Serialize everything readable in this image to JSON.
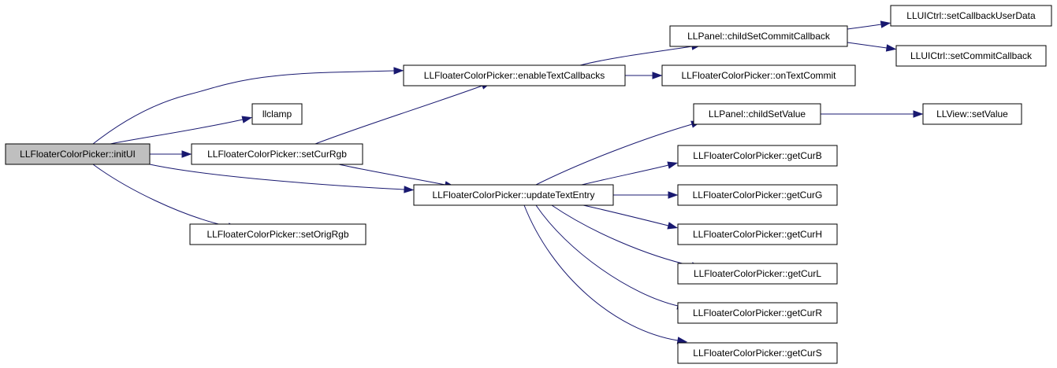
{
  "colors": {
    "edge": "#191970",
    "root_fill": "#bfbfbf",
    "node_fill": "#ffffff",
    "node_border": "#000000"
  },
  "nodes": [
    {
      "id": "initUI",
      "label": "LLFloaterColorPicker::initUI",
      "root": true
    },
    {
      "id": "enableTextCallbacks",
      "label": "LLFloaterColorPicker::enableTextCallbacks"
    },
    {
      "id": "llclamp",
      "label": "llclamp"
    },
    {
      "id": "setCurRgb",
      "label": "LLFloaterColorPicker::setCurRgb"
    },
    {
      "id": "updateTextEntry",
      "label": "LLFloaterColorPicker::updateTextEntry"
    },
    {
      "id": "setOrigRgb",
      "label": "LLFloaterColorPicker::setOrigRgb"
    },
    {
      "id": "childSetCommitCallback",
      "label": "LLPanel::childSetCommitCallback"
    },
    {
      "id": "onTextCommit",
      "label": "LLFloaterColorPicker::onTextCommit"
    },
    {
      "id": "setCallbackUserData",
      "label": "LLUICtrl::setCallbackUserData"
    },
    {
      "id": "setCommitCallback",
      "label": "LLUICtrl::setCommitCallback"
    },
    {
      "id": "childSetValue",
      "label": "LLPanel::childSetValue"
    },
    {
      "id": "setValue",
      "label": "LLView::setValue"
    },
    {
      "id": "getCurB",
      "label": "LLFloaterColorPicker::getCurB"
    },
    {
      "id": "getCurG",
      "label": "LLFloaterColorPicker::getCurG"
    },
    {
      "id": "getCurH",
      "label": "LLFloaterColorPicker::getCurH"
    },
    {
      "id": "getCurL",
      "label": "LLFloaterColorPicker::getCurL"
    },
    {
      "id": "getCurR",
      "label": "LLFloaterColorPicker::getCurR"
    },
    {
      "id": "getCurS",
      "label": "LLFloaterColorPicker::getCurS"
    }
  ],
  "edges": [
    {
      "from": "initUI",
      "to": "enableTextCallbacks"
    },
    {
      "from": "initUI",
      "to": "llclamp"
    },
    {
      "from": "initUI",
      "to": "setCurRgb"
    },
    {
      "from": "initUI",
      "to": "updateTextEntry"
    },
    {
      "from": "initUI",
      "to": "setOrigRgb"
    },
    {
      "from": "setCurRgb",
      "to": "enableTextCallbacks"
    },
    {
      "from": "setCurRgb",
      "to": "updateTextEntry"
    },
    {
      "from": "enableTextCallbacks",
      "to": "childSetCommitCallback"
    },
    {
      "from": "enableTextCallbacks",
      "to": "onTextCommit"
    },
    {
      "from": "childSetCommitCallback",
      "to": "setCallbackUserData"
    },
    {
      "from": "childSetCommitCallback",
      "to": "setCommitCallback"
    },
    {
      "from": "updateTextEntry",
      "to": "childSetValue"
    },
    {
      "from": "childSetValue",
      "to": "setValue"
    },
    {
      "from": "updateTextEntry",
      "to": "getCurB"
    },
    {
      "from": "updateTextEntry",
      "to": "getCurG"
    },
    {
      "from": "updateTextEntry",
      "to": "getCurH"
    },
    {
      "from": "updateTextEntry",
      "to": "getCurL"
    },
    {
      "from": "updateTextEntry",
      "to": "getCurR"
    },
    {
      "from": "updateTextEntry",
      "to": "getCurS"
    }
  ]
}
